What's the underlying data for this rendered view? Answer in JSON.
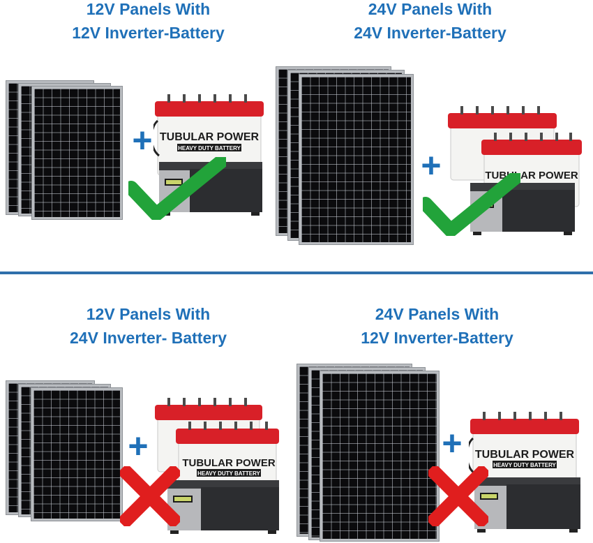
{
  "quadrants": [
    {
      "heading_line1": "12V Panels With",
      "heading_line2": "12V Inverter-Battery",
      "result_icon": "check-mark-icon",
      "result_color": "#22a33a"
    },
    {
      "heading_line1": "24V Panels With",
      "heading_line2": "24V Inverter-Battery",
      "result_icon": "check-mark-icon",
      "result_color": "#22a33a"
    },
    {
      "heading_line1": "12V Panels With",
      "heading_line2": "24V Inverter- Battery",
      "result_icon": "cross-mark-icon",
      "result_color": "#e01e1e"
    },
    {
      "heading_line1": "24V Panels With",
      "heading_line2": "12V Inverter-Battery",
      "result_icon": "cross-mark-icon",
      "result_color": "#e01e1e"
    }
  ],
  "plus_symbol": "+",
  "battery_label": {
    "brand": "TUBULAR POWER",
    "subtitle": "HEAVY DUTY BATTERY"
  },
  "colors": {
    "heading": "#1f70b8",
    "divider": "#2f6fab",
    "battery_lid": "#d82028"
  }
}
